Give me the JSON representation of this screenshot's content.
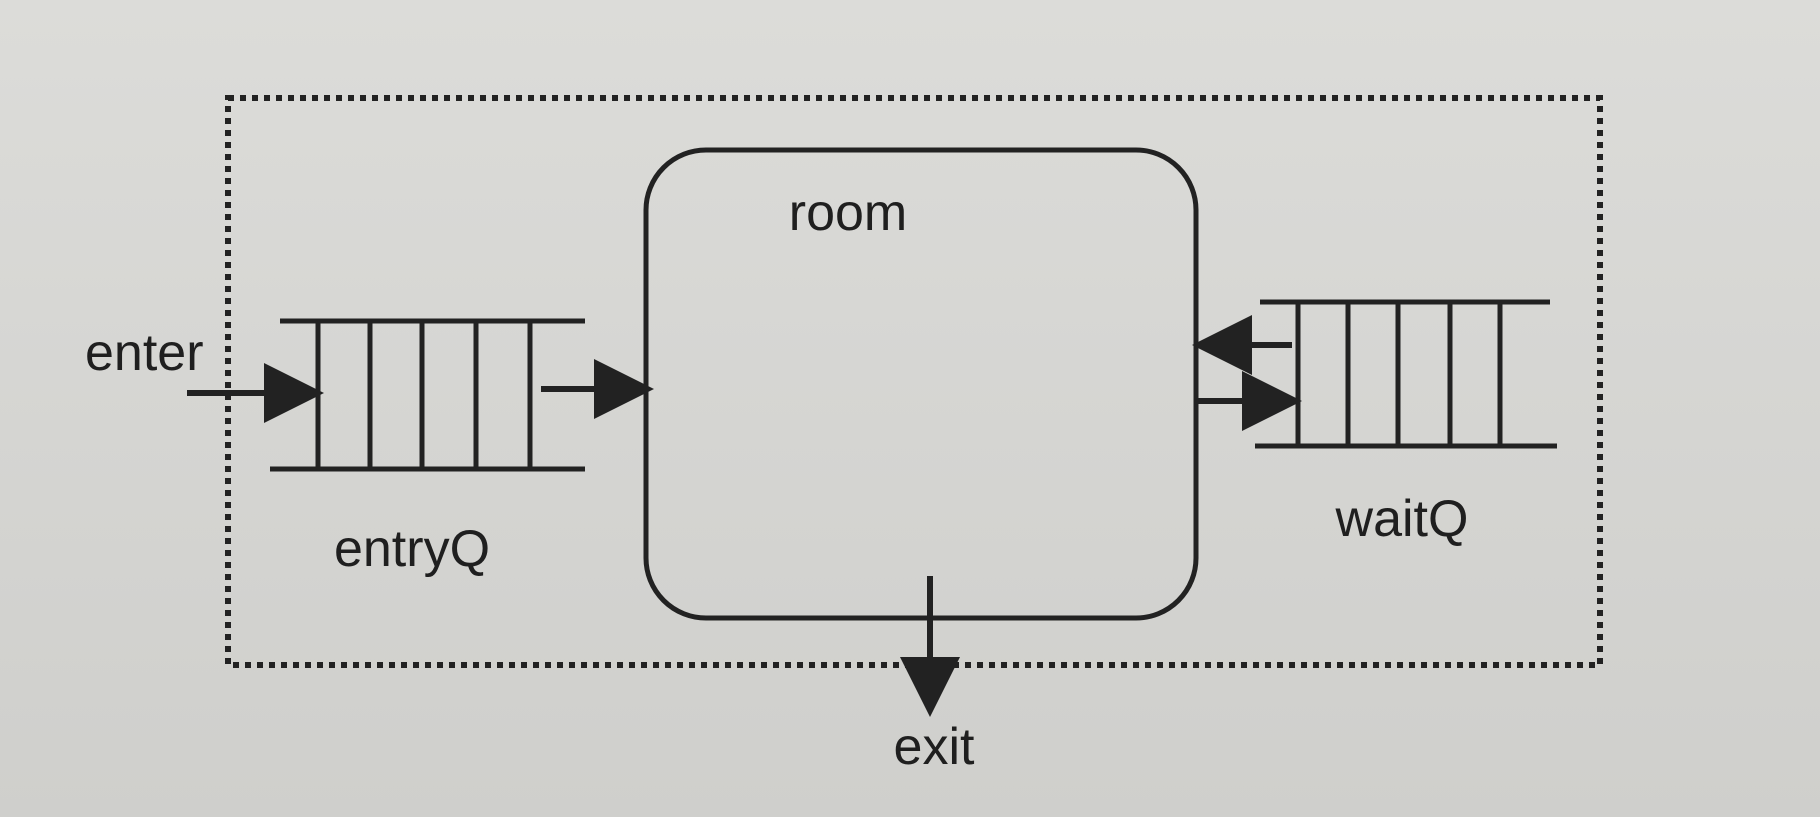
{
  "diagram": {
    "labels": {
      "enter": "enter",
      "entry_queue": "entryQ",
      "room": "room",
      "wait_queue": "waitQ",
      "exit": "exit"
    },
    "colors": {
      "ink": "#222222",
      "background": "#d9d9d6"
    }
  }
}
